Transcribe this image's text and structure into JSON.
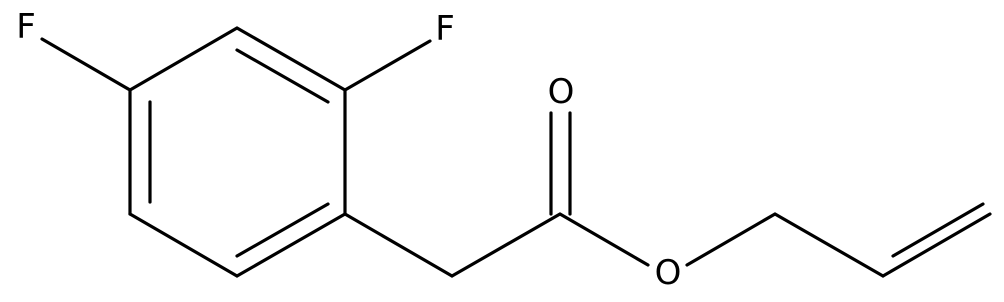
{
  "molecule": {
    "atoms": {
      "f_para": "F",
      "f_ortho": "F",
      "o_carbonyl": "O",
      "o_ester": "O"
    }
  }
}
